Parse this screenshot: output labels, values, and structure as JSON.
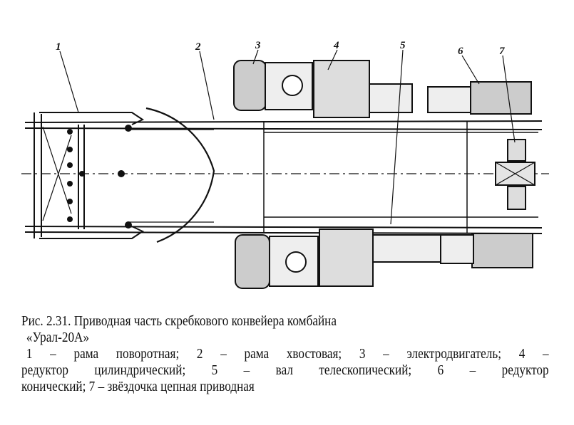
{
  "figure": {
    "callouts": [
      "1",
      "2",
      "3",
      "4",
      "5",
      "6",
      "7"
    ]
  },
  "caption": {
    "title_line1": "Рис. 2.31. Приводная часть скребкового конвейера комбайна",
    "title_line2": "«Урал-20А»",
    "legend_line1": "1 – рама поворотная; 2 – рама хвостовая; 3 – электродвигатель; 4 –",
    "legend_line2": "редуктор цилиндрический; 5 – вал телескопический; 6 – редуктор",
    "legend_line3": "конический; 7 – звёздочка цепная приводная"
  }
}
